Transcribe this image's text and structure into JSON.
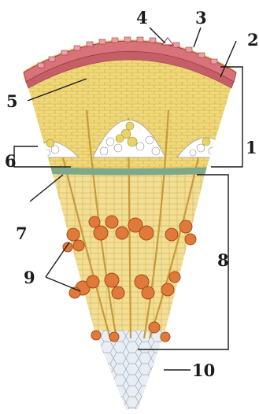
{
  "figure": {
    "labels": {
      "l1": "1",
      "l2": "2",
      "l3": "3",
      "l4": "4",
      "l5": "5",
      "l6": "6",
      "l7": "7",
      "l8": "8",
      "l9": "9",
      "l10": "10"
    },
    "colors": {
      "outer_bark": "#d9737a",
      "outer_bark_dark": "#9e3a44",
      "bark_parenchyma": "#f0d97a",
      "bark_parenchyma_light": "#f7e9a8",
      "fiber_cells": "#ffffff",
      "cambium": "#7ea88a",
      "wood_rays": "#e6c766",
      "vessels": "#e07a3a",
      "vessel_rim": "#a64a18",
      "pith": "#dfe9f2"
    }
  }
}
